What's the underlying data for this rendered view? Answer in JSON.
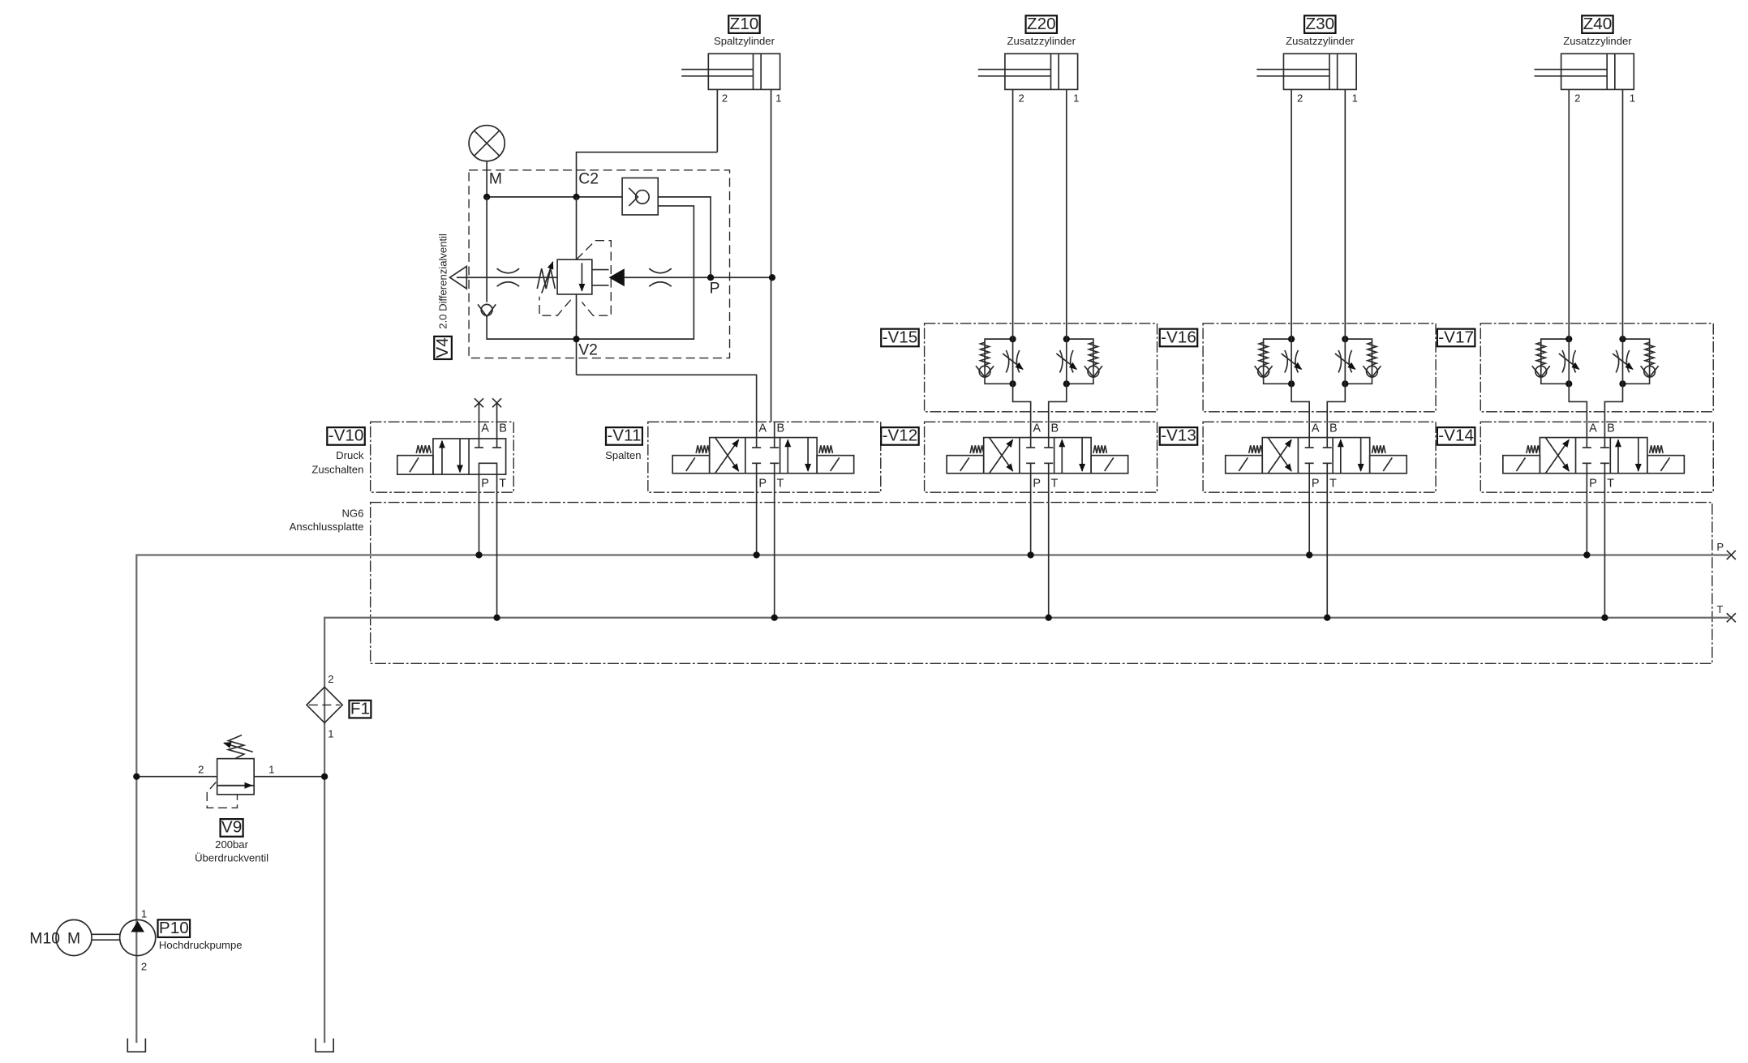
{
  "cylinders": [
    {
      "id": "Z10",
      "name": "Spaltzylinder",
      "port_rod": "2",
      "port_cap": "1"
    },
    {
      "id": "Z20",
      "name": "Zusatzzylinder",
      "port_rod": "2",
      "port_cap": "1"
    },
    {
      "id": "Z30",
      "name": "Zusatzzylinder",
      "port_rod": "2",
      "port_cap": "1"
    },
    {
      "id": "Z40",
      "name": "Zusatzzylinder",
      "port_rod": "2",
      "port_cap": "1"
    }
  ],
  "differential_valve": {
    "id": "V4",
    "name": "2.0  Differenzialventil",
    "port_m": "M",
    "port_c2": "C2",
    "port_p": "P",
    "port_v2": "V2"
  },
  "directional_valves": [
    {
      "id": "-V10",
      "desc1": "Druck",
      "desc2": "Zuschalten"
    },
    {
      "id": "-V11",
      "desc1": "Spalten"
    },
    {
      "id": "-V12"
    },
    {
      "id": "-V13"
    },
    {
      "id": "-V14"
    }
  ],
  "valve_ports": {
    "a": "A",
    "b": "B",
    "p": "P",
    "t": "T"
  },
  "throttle_valves": [
    {
      "id": "-V15"
    },
    {
      "id": "-V16"
    },
    {
      "id": "-V17"
    }
  ],
  "manifold": {
    "size": "NG6",
    "name": "Anschlussplatte",
    "p_label": "P",
    "t_label": "T"
  },
  "filter": {
    "id": "F1",
    "port_in": "1",
    "port_out": "2"
  },
  "relief_valve": {
    "id": "V9",
    "setting": "200bar",
    "name": "Überdruckventil",
    "port_in": "1",
    "port_out": "2"
  },
  "pump": {
    "id": "P10",
    "name": "Hochdruckpumpe",
    "port_out": "1",
    "port_in": "2"
  },
  "motor": {
    "id": "M10",
    "symbol": "M"
  }
}
